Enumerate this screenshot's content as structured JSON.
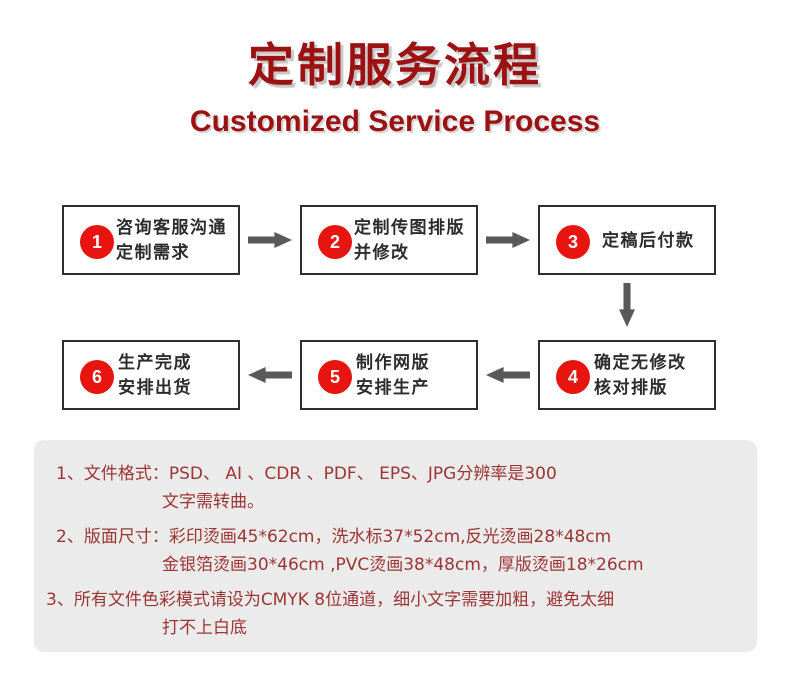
{
  "header": {
    "title_cn": "定制服务流程",
    "title_en": "Customized Service Process",
    "title_color": "#9c1212"
  },
  "flow": {
    "badge_color": "#e8140f",
    "box_border_color": "#2f2f2f",
    "arrow_color": "#595959",
    "steps": [
      {
        "number": "1",
        "line1": "咨询客服沟通",
        "line2": "定制需求"
      },
      {
        "number": "2",
        "line1": "定制传图排版",
        "line2": "并修改"
      },
      {
        "number": "3",
        "line1": "定稿后付款",
        "line2": ""
      },
      {
        "number": "4",
        "line1": "确定无修改",
        "line2": "核对排版"
      },
      {
        "number": "5",
        "line1": "制作网版",
        "line2": "安排生产"
      },
      {
        "number": "6",
        "line1": "生产完成",
        "line2": "安排出货"
      }
    ],
    "connectors": [
      {
        "name": "arrow-step1-to-step2",
        "direction": "right"
      },
      {
        "name": "arrow-step2-to-step3",
        "direction": "right"
      },
      {
        "name": "arrow-step3-to-step4",
        "direction": "down"
      },
      {
        "name": "arrow-step4-to-step5",
        "direction": "left"
      },
      {
        "name": "arrow-step5-to-step6",
        "direction": "left"
      }
    ]
  },
  "notes": {
    "panel_color": "#ebebeb",
    "text_color": "#9c3434",
    "items": [
      {
        "line_a": "1、文件格式：PSD、 AI 、CDR 、PDF、 EPS、JPG分辨率是300",
        "line_b": "文字需转曲。"
      },
      {
        "line_a": "2、版面尺寸：彩印烫画45*62cm，洗水标37*52cm,反光烫画28*48cm",
        "line_b": "金银箔烫画30*46cm ,PVC烫画38*48cm，厚版烫画18*26cm"
      },
      {
        "line_a": "3、所有文件色彩模式请设为CMYK 8位通道，细小文字需要加粗，避免太细",
        "line_b": "打不上白底"
      }
    ]
  }
}
